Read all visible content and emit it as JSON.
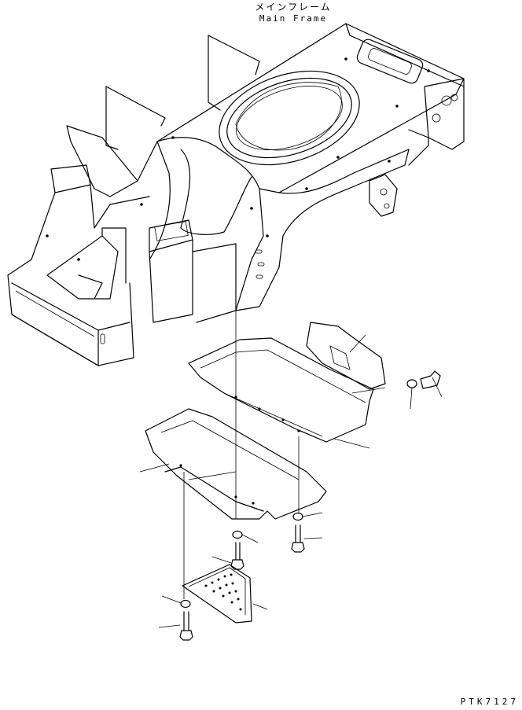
{
  "title": {
    "japanese": "メインフレーム",
    "english": "Main Frame"
  },
  "drawing_code": "PTK7127",
  "parts": [
    {
      "id": "main-frame",
      "kind": "frame"
    },
    {
      "id": "side-cover",
      "kind": "cover"
    },
    {
      "id": "upper-under-cover",
      "kind": "cover"
    },
    {
      "id": "lower-under-cover",
      "kind": "cover"
    },
    {
      "id": "perforated-plate",
      "kind": "plate"
    },
    {
      "id": "bolt-a",
      "kind": "bolt"
    },
    {
      "id": "washer-a",
      "kind": "washer"
    },
    {
      "id": "bolt-b",
      "kind": "bolt"
    },
    {
      "id": "washer-b",
      "kind": "washer"
    },
    {
      "id": "bolt-c",
      "kind": "bolt"
    },
    {
      "id": "washer-c",
      "kind": "washer"
    },
    {
      "id": "bolt-d",
      "kind": "bolt"
    },
    {
      "id": "washer-d",
      "kind": "washer"
    }
  ],
  "colors": {
    "ink": "#000000",
    "paper": "#ffffff"
  }
}
